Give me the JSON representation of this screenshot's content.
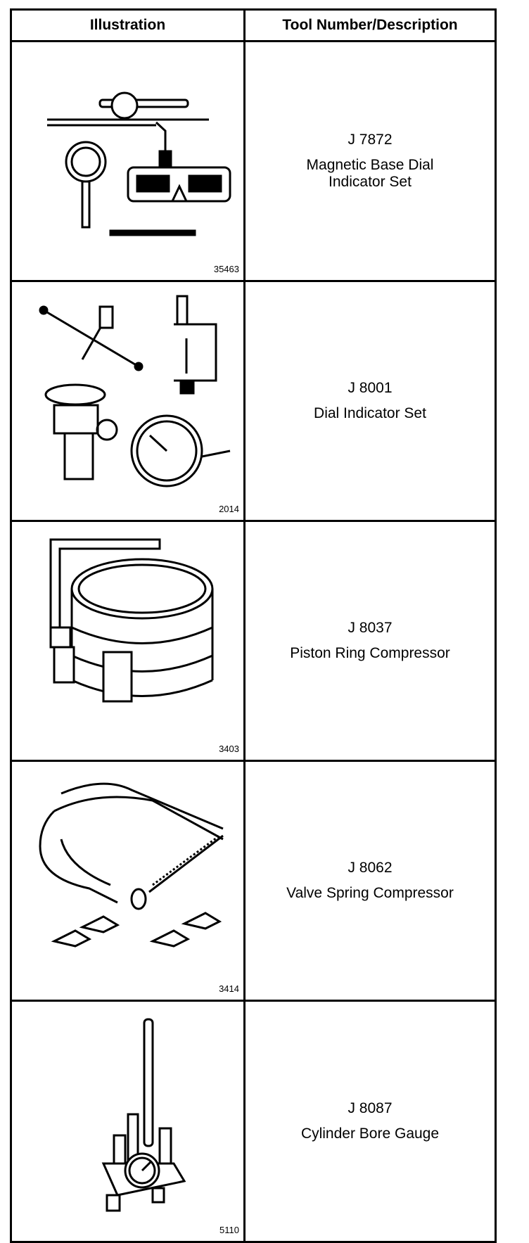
{
  "header": {
    "col1": "Illustration",
    "col2": "Tool Number/Description"
  },
  "rows": [
    {
      "figure": "35463",
      "number": "J 7872",
      "name": "Magnetic Base Dial Indicator Set",
      "icon": "magnetic-base-dial-indicator-icon"
    },
    {
      "figure": "2014",
      "number": "J 8001",
      "name": "Dial Indicator Set",
      "icon": "dial-indicator-set-icon"
    },
    {
      "figure": "3403",
      "number": "J 8037",
      "name": "Piston Ring Compressor",
      "icon": "piston-ring-compressor-icon"
    },
    {
      "figure": "3414",
      "number": "J 8062",
      "name": "Valve Spring Compressor",
      "icon": "valve-spring-compressor-icon"
    },
    {
      "figure": "5110",
      "number": "J 8087",
      "name": "Cylinder Bore Gauge",
      "icon": "cylinder-bore-gauge-icon"
    }
  ]
}
